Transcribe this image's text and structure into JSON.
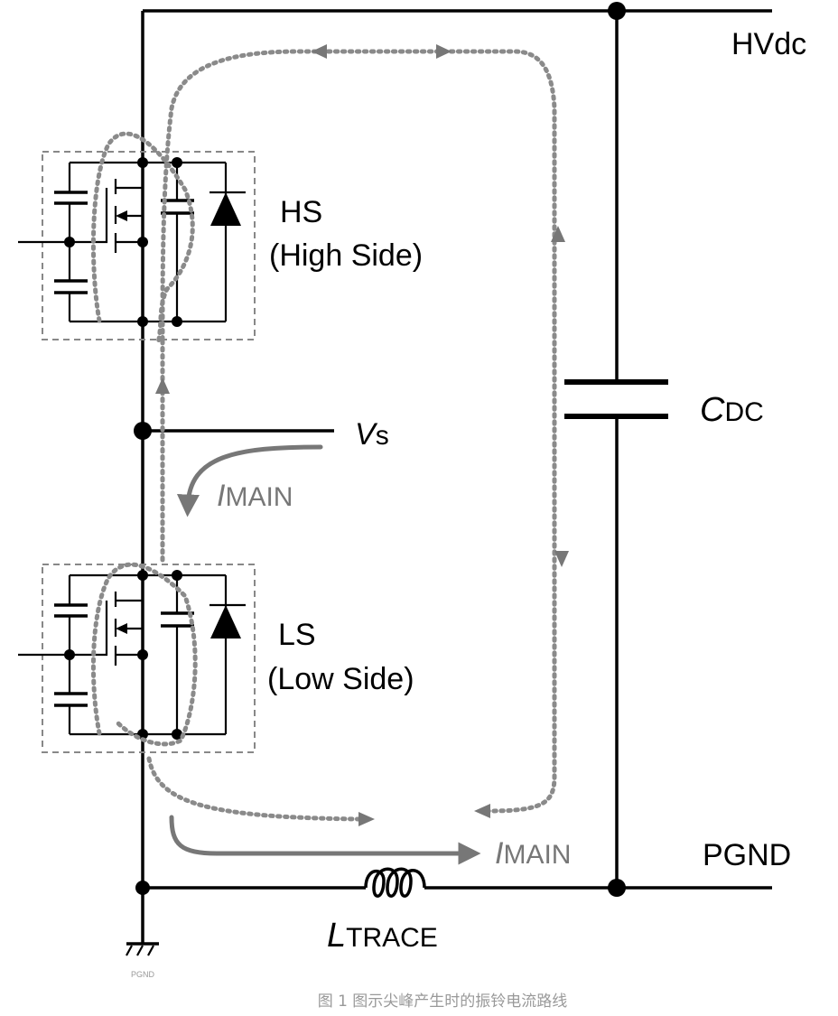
{
  "labels": {
    "hvdc": "HVdc",
    "hs_short": "HS",
    "hs_long": "(High Side)",
    "vs_main": "V",
    "vs_sub": "s",
    "imain_i": "I",
    "imain_sub": "MAIN",
    "cdc_main": "C",
    "cdc_sub": "DC",
    "ls_short": "LS",
    "ls_long": "(Low Side)",
    "pgnd": "PGND",
    "ltrace_main": "L",
    "ltrace_sub": "TRACE",
    "ground_small": "PGND"
  },
  "caption": "图 1  图示尖峰产生时的振铃电流路线",
  "colors": {
    "wire": "#000000",
    "current_path": "#8a8a8a",
    "caption": "#999999"
  }
}
